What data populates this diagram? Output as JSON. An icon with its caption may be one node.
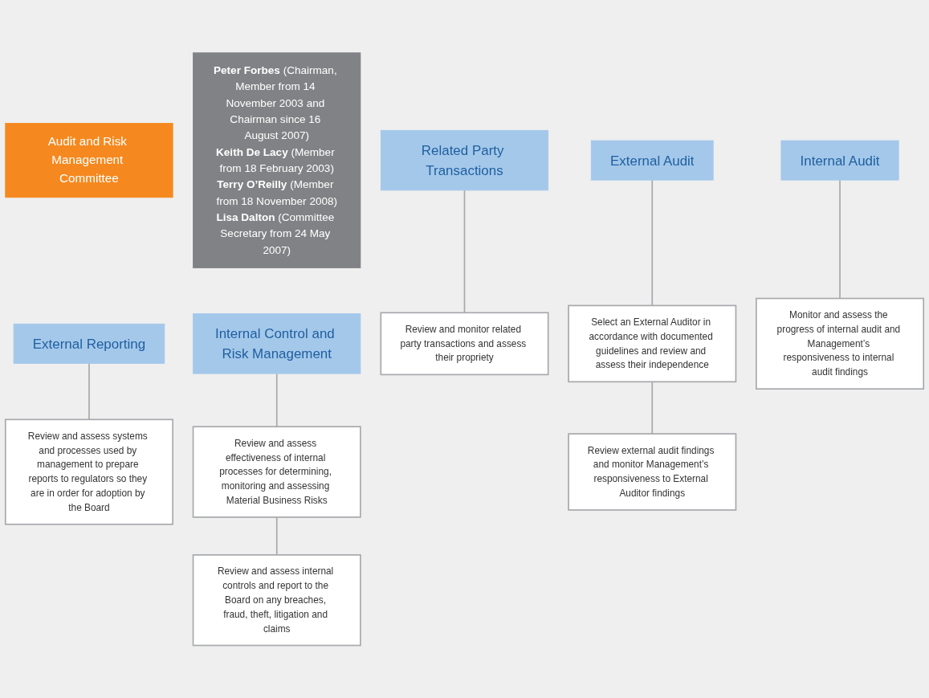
{
  "diagram": {
    "nodes": [
      {
        "text": [
          "Audit and Risk Management Committee"
        ]
      },
      {
        "text": [
          "**Peter Forbes** (Chairman, Member from 14 November 2003 and Chairman since 16 August 2007)",
          "**Keith De Lacy** (Member from 18 February 2003)",
          "**Terry O’Reilly** (Member from 18 November 2008)",
          "**Lisa Dalton** (Committee Secretary from 24 May 2007)"
        ]
      },
      {
        "text": [
          "External Reporting"
        ]
      },
      {
        "text": [
          "Related Party Transactions"
        ]
      },
      {
        "text": [
          "Internal Control and Risk Management"
        ]
      },
      {
        "text": [
          "External Audit"
        ]
      },
      {
        "text": [
          "Internal Audit"
        ]
      },
      {
        "text": [
          "Review and assess systems and processes used by management to prepare reports to regulators so they are in order for adoption by the Board"
        ]
      },
      {
        "text": [
          "Review and monitor related party transactions and assess their propriety"
        ]
      },
      {
        "text": [
          "Review and assess effectiveness of internal processes for determining, monitoring and assessing Material Business Risks"
        ]
      },
      {
        "text": [
          "Select an External Auditor in accordance with documented guidelines and review and assess their independence"
        ]
      },
      {
        "text": [
          "Monitor and assess the progress of internal audit and Management’s responsiveness to internal audit findings"
        ]
      },
      {
        "text": [
          "Review and assess internal controls and report to the Board on any breaches, fraud, theft, litigation and claims"
        ]
      },
      {
        "text": [
          "Review external audit findings and monitor Management’s responsiveness to External Auditor findings"
        ]
      }
    ],
    "edges": [
      {
        "from": 2,
        "to": 7,
        "arrow": "none"
      },
      {
        "from": 3,
        "to": 8,
        "arrow": "none"
      },
      {
        "from": 4,
        "to": 9,
        "arrow": "none"
      },
      {
        "from": 5,
        "to": 10,
        "arrow": "none"
      },
      {
        "from": 6,
        "to": 11,
        "arrow": "none"
      },
      {
        "from": 9,
        "to": 12,
        "arrow": "none"
      },
      {
        "from": 10,
        "to": 13,
        "arrow": "none"
      }
    ]
  }
}
